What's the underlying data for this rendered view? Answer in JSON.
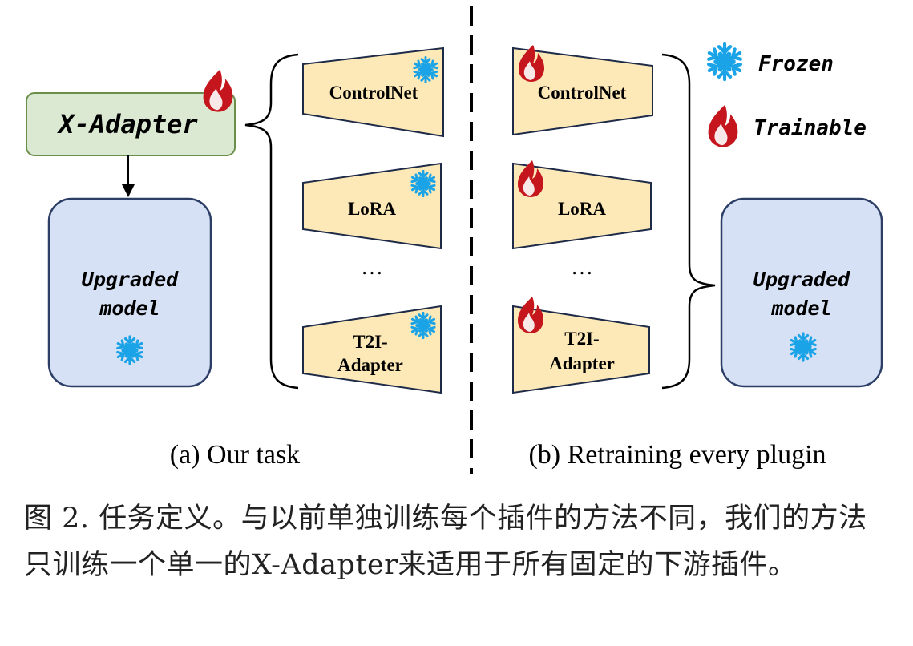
{
  "colors": {
    "adapter_fill": "#dbe9d3",
    "adapter_stroke": "#6b8f4a",
    "model_fill": "#d6e1f5",
    "model_stroke": "#2c3e66",
    "plugin_fill": "#fde9b8",
    "plugin_stroke": "#1e2b48",
    "snowflake": "#1aa3e6",
    "flame": "#c4161c"
  },
  "left": {
    "adapter_label": "X-Adapter",
    "model_label_line1": "Upgraded",
    "model_label_line2": "model",
    "plugins": [
      "ControlNet",
      "LoRA",
      "T2I-",
      "Adapter"
    ],
    "ellipsis": "…",
    "subcaption": "(a) Our task"
  },
  "right": {
    "plugins": [
      "ControlNet",
      "LoRA",
      "T2I-",
      "Adapter"
    ],
    "ellipsis": "…",
    "model_label_line1": "Upgraded",
    "model_label_line2": "model",
    "subcaption": "(b) Retraining every plugin"
  },
  "legend": {
    "frozen": "Frozen",
    "trainable": "Trainable"
  },
  "caption": "图 2. 任务定义。与以前单独训练每个插件的方法不同，我们的方法只训练一个单一的X-Adapter来适用于所有固定的下游插件。"
}
